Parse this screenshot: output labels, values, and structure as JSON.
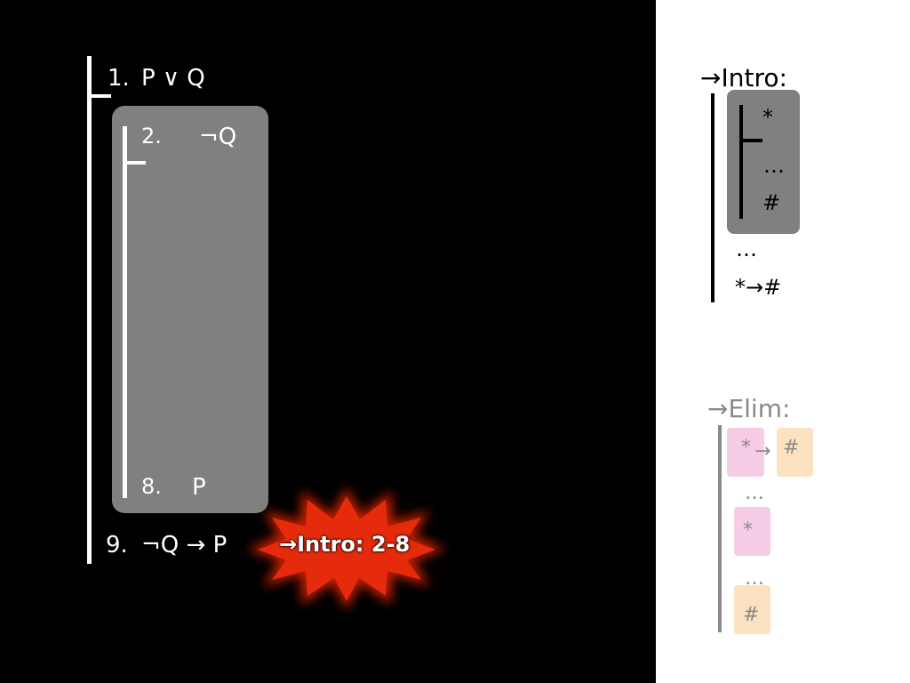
{
  "colors": {
    "proof_background": "#000000",
    "subproof_box": "#808080",
    "burst_fill": "#e52b0c",
    "elim_gray": "#8a8a8a",
    "pink_highlight": "#f6cce6",
    "peach_highlight": "#fbe3c1"
  },
  "proof": {
    "lines": [
      {
        "num": "1.",
        "formula": "P ∨ Q"
      },
      {
        "num": "2.",
        "formula": "¬Q"
      },
      {
        "num": "8.",
        "formula": "P"
      },
      {
        "num": "9.",
        "formula": "¬Q → P"
      }
    ],
    "justification": "→Intro: 2-8"
  },
  "rules": {
    "intro": {
      "title": "→Intro:",
      "assumption": "*",
      "inner_dots": "…",
      "inner_result": "#",
      "outer_dots": "…",
      "conclusion": "*→#"
    },
    "elim": {
      "title": "→Elim:",
      "conditional_antecedent": "*",
      "conditional_arrow": "→",
      "conditional_consequent": "#",
      "dots_1": "…",
      "premise": "*",
      "dots_2": "…",
      "result": "#"
    }
  }
}
